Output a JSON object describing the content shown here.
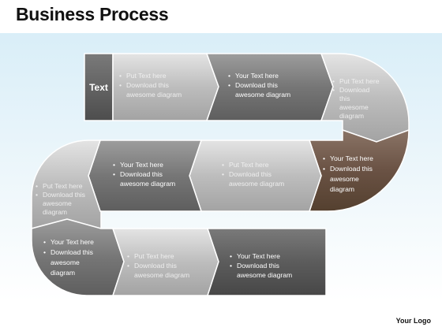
{
  "title": "Business Process",
  "logo": "Your Logo",
  "label_box": "Text",
  "segments": [
    {
      "id": "r1-a",
      "style": "light",
      "lines": [
        "Put Text here",
        "Download this",
        "awesome diagram"
      ]
    },
    {
      "id": "r1-b",
      "style": "dark",
      "lines": [
        "Your Text here",
        "Download this",
        "awesome diagram"
      ]
    },
    {
      "id": "c1-top",
      "style": "light",
      "lines": [
        "Put Text here",
        "Download",
        "this",
        "awesome",
        "diagram"
      ]
    },
    {
      "id": "c1-bottom",
      "style": "brown",
      "lines": [
        "Your Text here",
        "Download this",
        "awesome",
        "diagram"
      ]
    },
    {
      "id": "r2-a",
      "style": "light",
      "lines": [
        "Put Text here",
        "Download this",
        "awesome diagram"
      ]
    },
    {
      "id": "r2-b",
      "style": "dark",
      "lines": [
        "Your Text here",
        "Download this",
        "awesome diagram"
      ]
    },
    {
      "id": "c2-top",
      "style": "light",
      "lines": [
        "Put Text here",
        "Download this",
        "awesome",
        "diagram"
      ]
    },
    {
      "id": "c2-bottom",
      "style": "dark",
      "lines": [
        "Your Text here",
        "Download this",
        "awesome",
        "diagram"
      ]
    },
    {
      "id": "r3-a",
      "style": "light",
      "lines": [
        "Put Text here",
        "Download this",
        "awesome diagram"
      ]
    },
    {
      "id": "r3-b",
      "style": "darkest",
      "lines": [
        "Your Text here",
        "Download this",
        "awesome diagram"
      ]
    }
  ]
}
